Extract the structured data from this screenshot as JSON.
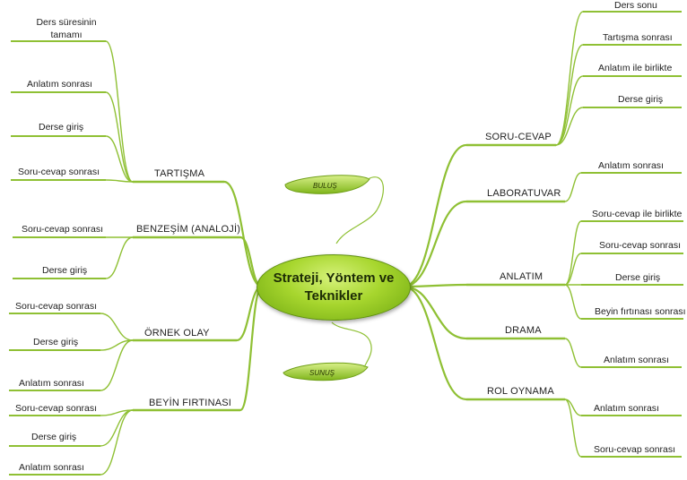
{
  "center": "Strateji, Yöntem ve Teknikler",
  "floats": {
    "top": "BULUŞ",
    "bottom": "SUNUŞ"
  },
  "left": [
    {
      "label": "TARTIŞMA",
      "items": [
        "Ders süresinin tamamı",
        "Anlatım sonrası",
        "Derse giriş",
        "Soru-cevap sonrası"
      ]
    },
    {
      "label": "BENZEŞİM (ANALOJİ)",
      "items": [
        "Soru-cevap sonrası",
        "Derse giriş"
      ]
    },
    {
      "label": "ÖRNEK OLAY",
      "items": [
        "Soru-cevap sonrası",
        "Derse giriş",
        "Anlatım sonrası"
      ]
    },
    {
      "label": "BEYİN FIRTINASI",
      "items": [
        "Soru-cevap sonrası",
        "Derse giriş",
        "Anlatım sonrası"
      ]
    }
  ],
  "right": [
    {
      "label": "SORU-CEVAP",
      "items": [
        "Ders sonu",
        "Tartışma sonrası",
        "Anlatım ile birlikte",
        "Derse giriş"
      ]
    },
    {
      "label": "LABORATUVAR",
      "items": [
        "Anlatım sonrası"
      ]
    },
    {
      "label": "ANLATIM",
      "items": [
        "Soru-cevap ile birlikte",
        "Soru-cevap sonrası",
        "Derse giriş",
        "Beyin fırtınası sonrası"
      ]
    },
    {
      "label": "DRAMA",
      "items": [
        "Anlatım sonrası"
      ]
    },
    {
      "label": "ROL OYNAMA",
      "items": [
        "Anlatım sonrası",
        "Soru-cevap sonrası"
      ]
    }
  ]
}
